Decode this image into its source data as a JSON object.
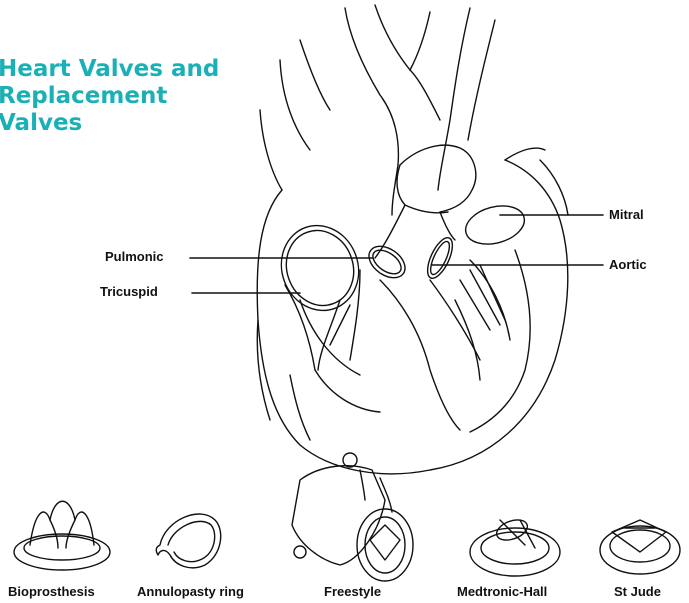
{
  "title": {
    "line1": "Heart Valves and",
    "line2": "Replacement",
    "line3": "Valves"
  },
  "colors": {
    "title": "#1ab0b6",
    "ink": "#111111"
  },
  "labels": {
    "pulmonic": "Pulmonic",
    "tricuspid": "Tricuspid",
    "mitral": "Mitral",
    "aortic": "Aortic"
  },
  "captions": {
    "bioprosthesis": "Bioprosthesis",
    "annuloplasty": "Annulopasty ring",
    "freestyle": "Freestyle",
    "medtronic": "Medtronic-Hall",
    "stjude": "St Jude"
  }
}
